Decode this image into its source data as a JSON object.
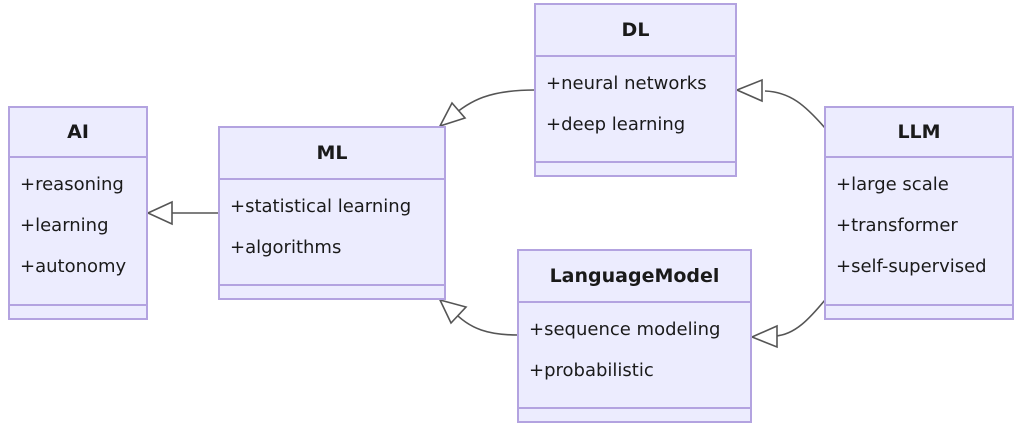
{
  "diagram": {
    "type": "class-diagram",
    "classes": {
      "AI": {
        "name": "AI",
        "attributes": [
          "+reasoning",
          "+learning",
          "+autonomy"
        ]
      },
      "ML": {
        "name": "ML",
        "attributes": [
          "+statistical learning",
          "+algorithms"
        ]
      },
      "DL": {
        "name": "DL",
        "attributes": [
          "+neural networks",
          "+deep learning"
        ]
      },
      "LLM": {
        "name": "LLM",
        "attributes": [
          "+large scale",
          "+transformer",
          "+self-supervised"
        ]
      },
      "LanguageModel": {
        "name": "LanguageModel",
        "attributes": [
          "+sequence modeling",
          "+probabilistic"
        ]
      }
    },
    "relations": [
      {
        "from": "ML",
        "to": "AI",
        "type": "inheritance"
      },
      {
        "from": "DL",
        "to": "ML",
        "type": "inheritance"
      },
      {
        "from": "LanguageModel",
        "to": "ML",
        "type": "inheritance"
      },
      {
        "from": "LLM",
        "to": "DL",
        "type": "inheritance"
      },
      {
        "from": "LLM",
        "to": "LanguageModel",
        "type": "inheritance"
      }
    ]
  },
  "colors": {
    "box_fill": "#ececfe",
    "box_border": "#b3a3e0",
    "edge": "#555555"
  }
}
